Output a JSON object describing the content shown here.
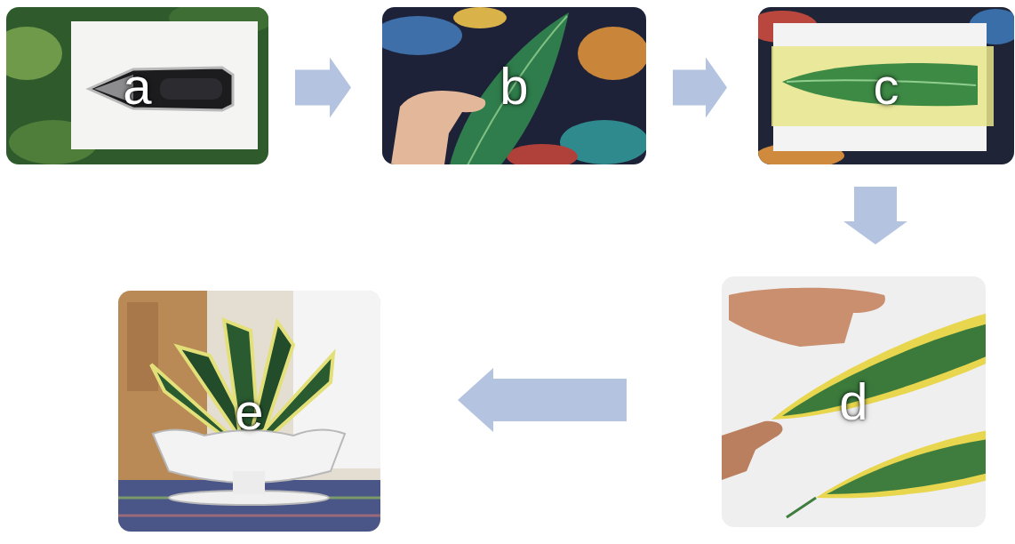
{
  "diagram": {
    "nodes": [
      {
        "text": [
          "a"
        ]
      },
      {
        "text": [
          "b"
        ]
      },
      {
        "text": [
          "c"
        ]
      },
      {
        "text": [
          "d"
        ]
      },
      {
        "text": [
          "e"
        ]
      }
    ],
    "edges": [
      {
        "from": 0,
        "to": 1,
        "arrow": "to"
      },
      {
        "from": 1,
        "to": 2,
        "arrow": "to"
      },
      {
        "from": 2,
        "to": 3,
        "arrow": "to"
      },
      {
        "from": 3,
        "to": 4,
        "arrow": "to"
      }
    ]
  }
}
